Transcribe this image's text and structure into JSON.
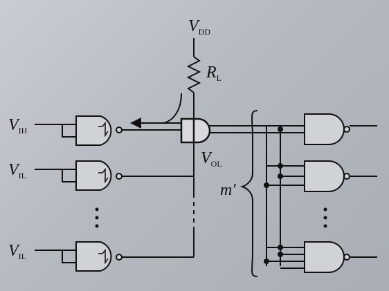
{
  "labels": {
    "vdd_main": "V",
    "vdd_sub": "DD",
    "rl_main": "R",
    "rl_sub": "L",
    "vol_main": "V",
    "vol_sub": "OL",
    "vih_main": "V",
    "vih_sub": "IH",
    "vil1_main": "V",
    "vil1_sub": "IL",
    "vil2_main": "V",
    "vil2_sub": "IL",
    "m_prime": "m′"
  },
  "colors": {
    "ink": "#111111",
    "background": "#b8bcc3"
  }
}
